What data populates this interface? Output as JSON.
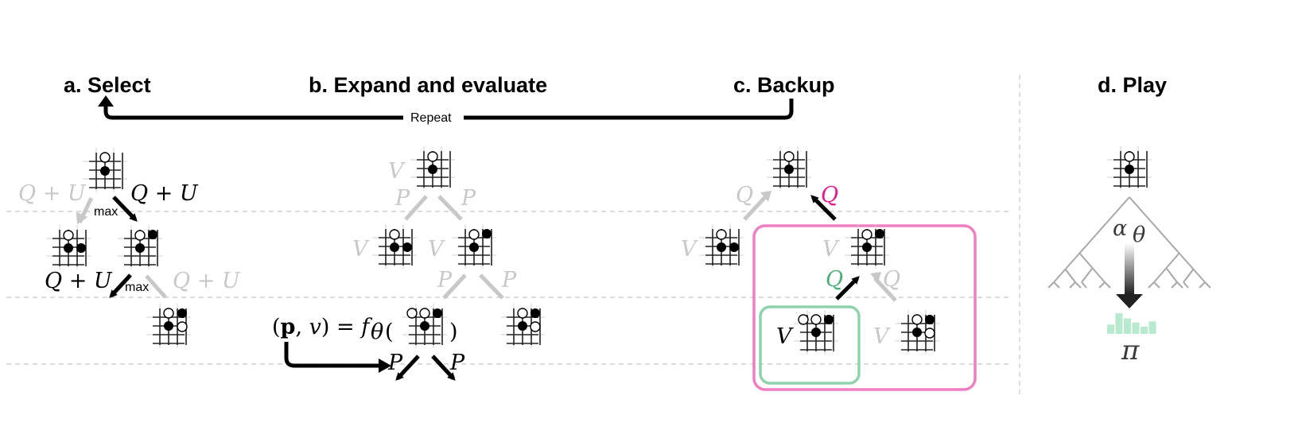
{
  "headers": {
    "select": "a. Select",
    "expand": "b. Expand and evaluate",
    "backup": "c. Backup",
    "play": "d. Play"
  },
  "repeat_label": "Repeat",
  "labels": {
    "q_plus_u": "Q + U",
    "max": "max",
    "v": "V",
    "p": "P",
    "q": "Q",
    "formula_lhs": "(p, v) = f",
    "theta": "θ",
    "alpha": "α",
    "pi": "π"
  },
  "colors": {
    "black": "#000000",
    "gray": "#c8c8c8",
    "magenta": "#e6198c",
    "green": "#4caf7a",
    "pink_box": "#ef7fc0",
    "green_box": "#8fd3ad",
    "policy_bars": "#b8ead0"
  },
  "policy_bars": [
    0.45,
    1.0,
    0.75,
    0.55,
    0.35,
    0.6
  ],
  "icons": [
    "go-board-icon",
    "black-stone-icon",
    "white-stone-icon",
    "arrow-icon"
  ]
}
